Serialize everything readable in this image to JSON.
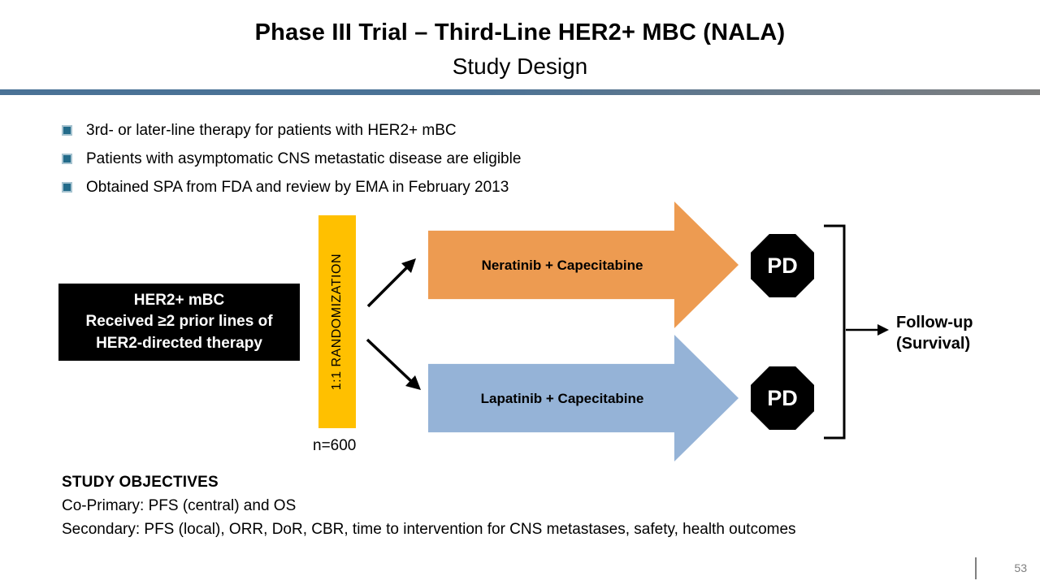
{
  "slide": {
    "title_line1": "Phase III Trial – Third-Line HER2+ MBC (NALA)",
    "title_line2": "Study Design",
    "bullets": [
      "3rd- or later-line therapy for patients with HER2+ mBC",
      "Patients with asymptomatic CNS metastatic disease are eligible",
      "Obtained SPA from FDA and review by EMA in February 2013"
    ],
    "diagram": {
      "patient_box": {
        "line1": "HER2+ mBC",
        "line2": "Received ≥2 prior lines of",
        "line3": "HER2-directed therapy"
      },
      "randomization_label": "1:1 RANDOMIZATION",
      "sample_size": "n=600",
      "arms": [
        {
          "label": "Neratinib + Capecitabine",
          "color": "#ED9B51"
        },
        {
          "label": "Lapatinib + Capecitabine",
          "color": "#95B3D7"
        }
      ],
      "pd_label": "PD",
      "followup": {
        "line1": "Follow-up",
        "line2": "(Survival)"
      }
    },
    "objectives": {
      "heading": "STUDY OBJECTIVES",
      "co_primary": "Co-Primary: PFS (central) and OS",
      "secondary": "Secondary: PFS (local), ORR, DoR, CBR, time to intervention for CNS metastases, safety, health outcomes"
    },
    "footer": {
      "page_number": "53"
    },
    "colors": {
      "header_rule_left": "#4A7296",
      "header_rule_right": "#7F7F7F",
      "bullet_fill": "#236B8A",
      "bullet_border": "#A6C3D0",
      "randomization_gold": "#FFC000",
      "arm1_orange": "#ED9B51",
      "arm2_blue": "#95B3D7",
      "stop_sign_black": "#000000",
      "footer_gray": "#7F7F7F"
    }
  }
}
